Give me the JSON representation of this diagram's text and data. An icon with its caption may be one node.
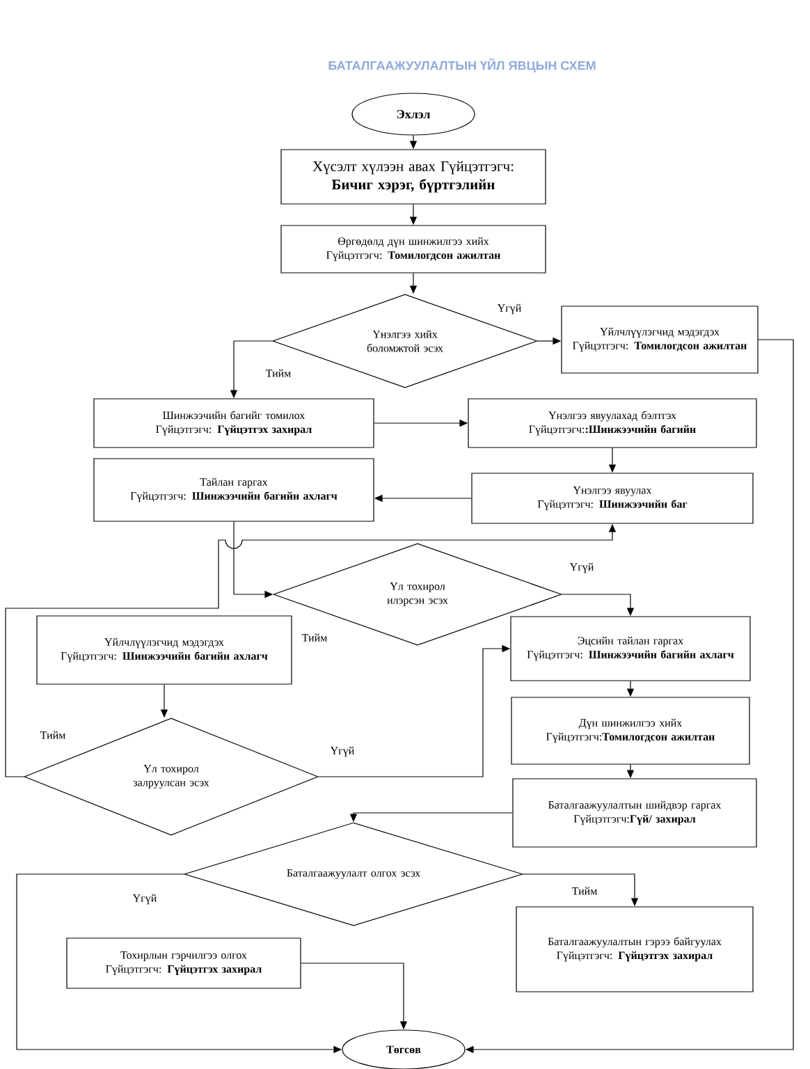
{
  "diagram": {
    "title": "БАТАЛГААЖУУЛАЛТЫН ҮЙЛ ЯВЦЫН СХЕМ",
    "nodes": [
      {
        "text": [
          "Эхлэл"
        ]
      },
      {
        "text": [
          "Хүсэлт хүлээн авах Гүйцэтгэгч: **Бичиг хэрэг, бүртгэлийн**"
        ]
      },
      {
        "text": [
          "Өргөдөлд дүн шинжилгээ хийх",
          "Гүйцэтгэгч: **Томилогдсон ажилтан**"
        ]
      },
      {
        "text": [
          "Үнэлгээ хийх боломжтой эсэх"
        ]
      },
      {
        "text": [
          "Үйлчлүүлэгчид мэдэгдэх",
          "Гүйцэтгэгч: **Томилогдсон ажилтан**"
        ]
      },
      {
        "text": [
          "Шинжээчийн багийг томилох",
          "Гүйцэтгэгч: **Гүйцэтгэх захирал**"
        ]
      },
      {
        "text": [
          "Үнэлгээ явуулахад бэлтгэх",
          "Гүйцэтгэгч:**:Шинжээчийн багийн**"
        ]
      },
      {
        "text": [
          "Үнэлгээ явуулах",
          "Гүйцэтгэгч: **Шинжээчийн баг**"
        ]
      },
      {
        "text": [
          "Тайлан гаргах",
          "Гүйцэтгэгч: **Шинжээчийн багийн ахлагч**"
        ]
      },
      {
        "text": [
          "Үл тохирол илэрсэн эсэх"
        ]
      },
      {
        "text": [
          "Үйлчлүүлэгчид мэдэгдэх",
          "Гүйцэтгэгч: **Шинжээчийн багийн ахлагч**"
        ]
      },
      {
        "text": [
          "Эцсийн тайлан гаргах",
          "Гүйцэтгэгч: **Шинжээчийн багийн ахлагч**"
        ]
      },
      {
        "text": [
          "Үл тохирол залруулсан эсэх"
        ]
      },
      {
        "text": [
          "Дүн шинжилгээ хийх",
          "Гүйцэтгэгч:**Томилогдсон ажилтан**"
        ]
      },
      {
        "text": [
          "Баталгаажуулалтын шийдвэр гаргах",
          "Гүйцэтгэгч:**Гүй/ захирал**"
        ]
      },
      {
        "text": [
          "Баталгаажуулалт олгох эсэх"
        ]
      },
      {
        "text": [
          "Баталгаажуулалтын гэрээ байгуулах",
          "Гүйцэтгэгч: **Гүйцэтгэх захирал**"
        ]
      },
      {
        "text": [
          "Тохирлын гэрчилгээ олгох",
          "Гүйцэтгэгч: **Гүйцэтгэх захирал**"
        ]
      },
      {
        "text": [
          "Төгсөв"
        ]
      }
    ],
    "edges": [
      {
        "from": 0,
        "to": 1,
        "arrow": "to"
      },
      {
        "from": 1,
        "to": 2,
        "arrow": "to"
      },
      {
        "from": 2,
        "to": 3,
        "arrow": "to"
      },
      {
        "from": 3,
        "to": 4,
        "arrow": "to",
        "label": "Үгүй"
      },
      {
        "from": 3,
        "to": 5,
        "arrow": "to",
        "label": "Тийм"
      },
      {
        "from": 5,
        "to": 6,
        "arrow": "to"
      },
      {
        "from": 6,
        "to": 7,
        "arrow": "to"
      },
      {
        "from": 7,
        "to": 8,
        "arrow": "to"
      },
      {
        "from": 8,
        "to": 9,
        "arrow": "to"
      },
      {
        "from": 9,
        "to": 11,
        "arrow": "to",
        "label": "Үгүй"
      },
      {
        "from": 10,
        "to": 12,
        "arrow": "to"
      },
      {
        "from": 12,
        "to": 11,
        "arrow": "to",
        "label": "Үгүй"
      },
      {
        "from": 12,
        "to": 7,
        "arrow": "to",
        "label": "Тийм"
      },
      {
        "from": 11,
        "to": 13,
        "arrow": "to"
      },
      {
        "from": 13,
        "to": 14,
        "arrow": "to"
      },
      {
        "from": 14,
        "to": 15,
        "arrow": "to"
      },
      {
        "from": 15,
        "to": 16,
        "arrow": "to",
        "label": "Тийм"
      },
      {
        "from": 15,
        "to": 18,
        "arrow": "to",
        "label": "Үгүй"
      },
      {
        "from": 17,
        "to": 18,
        "arrow": "to"
      },
      {
        "from": 4,
        "to": 18,
        "arrow": "to"
      }
    ],
    "labels": [
      "Тийм"
    ]
  }
}
